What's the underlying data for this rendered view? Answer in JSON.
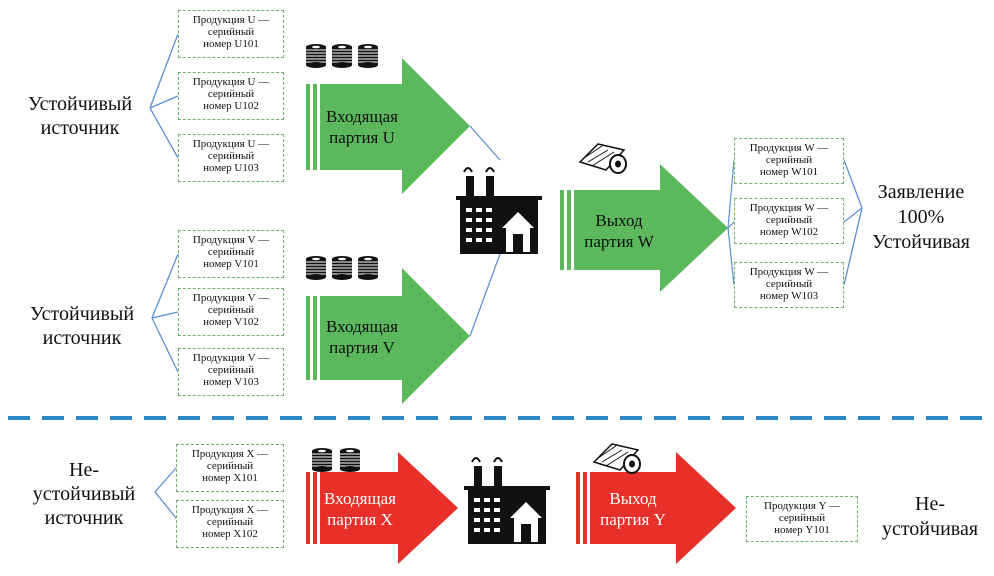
{
  "colors": {
    "green_arrow": "#5cb85c",
    "red_arrow": "#e8302a",
    "box_border": "#6db36d",
    "connector_line": "#5b8fd0",
    "divider": "#2a87c9",
    "icon": "#111111"
  },
  "icons": [
    "spool-icon",
    "factory-icon",
    "fabric-roll-icon"
  ],
  "upper": {
    "source_u": {
      "line1": "Устойчивый",
      "line2": "источник"
    },
    "source_v": {
      "line1": "Устойчивый",
      "line2": "источник"
    },
    "products_u": [
      {
        "line1": "Продукция U —",
        "line2": "серийный",
        "line3": "номер U101"
      },
      {
        "line1": "Продукция U —",
        "line2": "серийный",
        "line3": "номер U102"
      },
      {
        "line1": "Продукция U —",
        "line2": "серийный",
        "line3": "номер U103"
      }
    ],
    "products_v": [
      {
        "line1": "Продукция V —",
        "line2": "серийный",
        "line3": "номер V101"
      },
      {
        "line1": "Продукция V —",
        "line2": "серийный",
        "line3": "номер V102"
      },
      {
        "line1": "Продукция V —",
        "line2": "серийный",
        "line3": "номер V103"
      }
    ],
    "arrow_u": {
      "line1": "Входящая",
      "line2": "партия U"
    },
    "arrow_v": {
      "line1": "Входящая",
      "line2": "партия V"
    },
    "arrow_w": {
      "line1": "Выход",
      "line2": "партия W"
    },
    "products_w": [
      {
        "line1": "Продукция W —",
        "line2": "серийный",
        "line3": "номер W101"
      },
      {
        "line1": "Продукция W —",
        "line2": "серийный",
        "line3": "номер W102"
      },
      {
        "line1": "Продукция W —",
        "line2": "серийный",
        "line3": "номер W103"
      }
    ],
    "claim": {
      "line1": "Заявление",
      "line2": "100%",
      "line3": "Устойчивая"
    }
  },
  "lower": {
    "source_x": {
      "line1": "Не-",
      "line2": "устойчивый",
      "line3": "источник"
    },
    "products_x": [
      {
        "line1": "Продукция X —",
        "line2": "серийный",
        "line3": "номер X101"
      },
      {
        "line1": "Продукция X —",
        "line2": "серийный",
        "line3": "номер X102"
      }
    ],
    "arrow_x": {
      "line1": "Входящая",
      "line2": "партия X"
    },
    "arrow_y": {
      "line1": "Выход",
      "line2": "партия Y"
    },
    "products_y": [
      {
        "line1": "Продукция Y —",
        "line2": "серийный",
        "line3": "номер Y101"
      }
    ],
    "claim": {
      "line1": "Не-",
      "line2": "устойчивая"
    }
  }
}
